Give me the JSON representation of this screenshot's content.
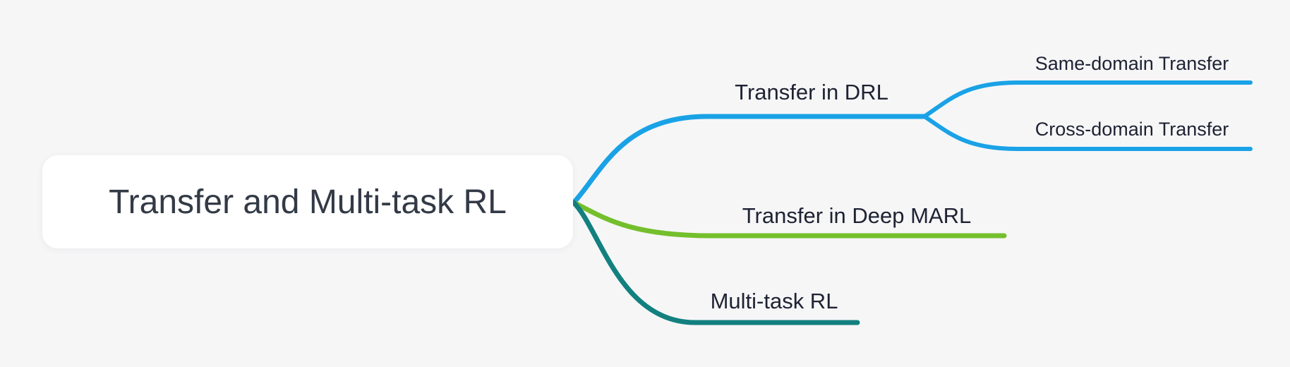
{
  "mindmap": {
    "root": {
      "label": "Transfer and Multi-task RL"
    },
    "branches": [
      {
        "label": "Transfer in DRL",
        "color": "#1aa2e6",
        "children": [
          {
            "label": "Same-domain Transfer"
          },
          {
            "label": "Cross-domain Transfer"
          }
        ]
      },
      {
        "label": "Transfer in Deep MARL",
        "color": "#74bf2c",
        "children": []
      },
      {
        "label": "Multi-task RL",
        "color": "#12807f",
        "children": []
      }
    ]
  },
  "colors": {
    "background": "#f6f6f7",
    "root_node_bg": "#ffffff",
    "root_text": "#333a46",
    "branch_text": "#1e2233",
    "branch_blue": "#1aa2e6",
    "branch_green": "#74bf2c",
    "branch_teal": "#12807f"
  }
}
